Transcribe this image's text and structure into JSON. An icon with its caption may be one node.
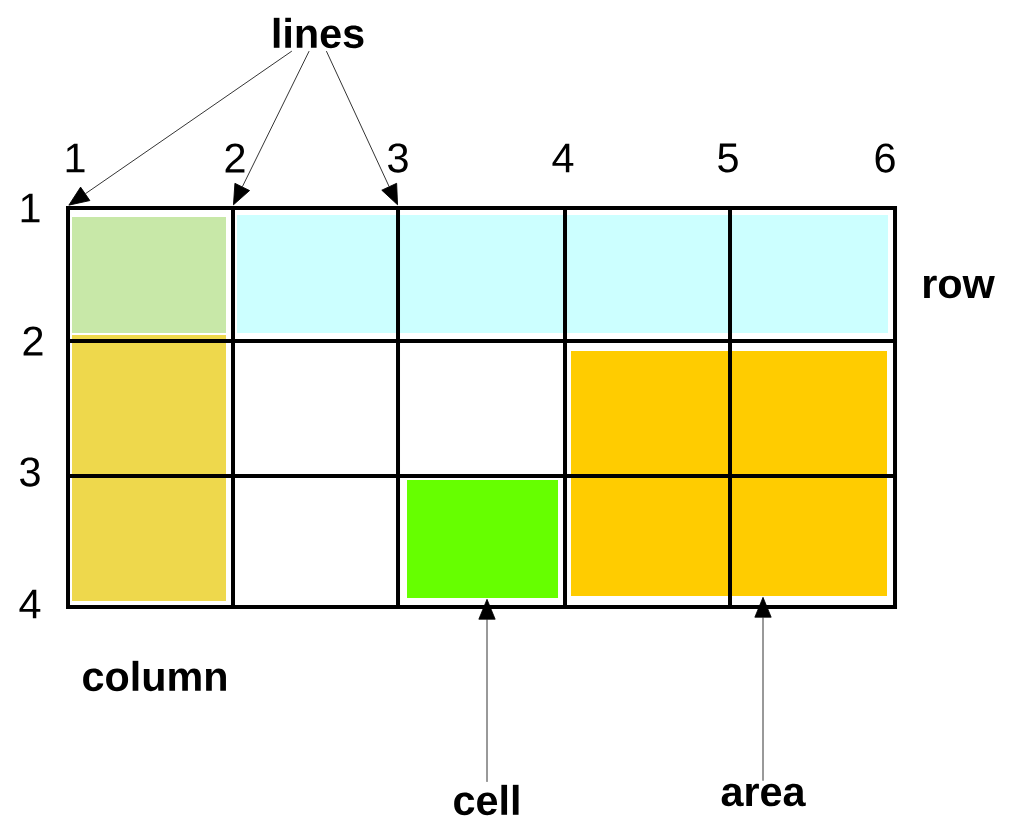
{
  "diagram": {
    "nodes": [
      {
        "text": [
          "lines"
        ]
      },
      {
        "text": [],
        "shape": "line"
      },
      {
        "text": [],
        "shape": "line"
      },
      {
        "text": [],
        "shape": "line"
      },
      {
        "text": [],
        "shape": "line"
      },
      {
        "text": [],
        "shape": "line"
      },
      {
        "text": [],
        "shape": "line"
      },
      {
        "text": [],
        "shape": "box"
      },
      {
        "text": [],
        "shape": "box"
      },
      {
        "text": [],
        "shape": "box"
      },
      {
        "text": [],
        "shape": "box"
      },
      {
        "text": [],
        "shape": "box"
      },
      {
        "text": [
          "cell"
        ]
      },
      {
        "text": [
          "area"
        ]
      }
    ],
    "edges": [
      {
        "from": 0,
        "to": 1,
        "arrow": "to"
      },
      {
        "from": 0,
        "to": 2,
        "arrow": "to"
      },
      {
        "from": 0,
        "to": 3,
        "arrow": "to"
      },
      {
        "from": 12,
        "to": 11,
        "arrow": "to"
      },
      {
        "from": 13,
        "to": 10,
        "arrow": "to"
      }
    ],
    "labels": [
      "1",
      "2",
      "3",
      "4",
      "5",
      "6",
      "1",
      "2",
      "3",
      "4",
      "row",
      "column"
    ]
  }
}
